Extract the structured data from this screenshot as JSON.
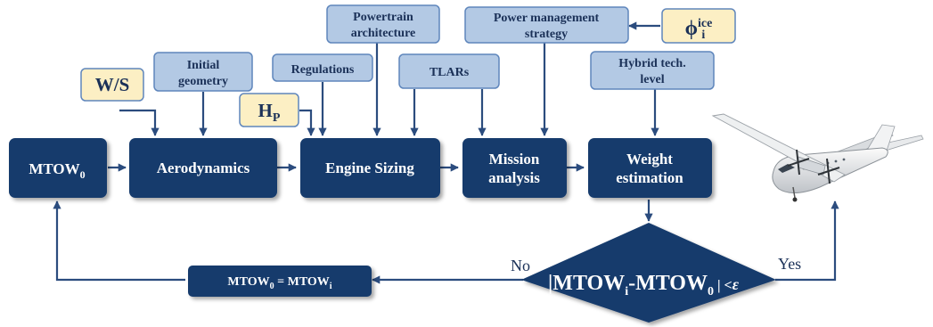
{
  "process_boxes": {
    "mtow0": {
      "main": "MTOW",
      "sub": "0"
    },
    "aerodynamics": "Aerodynamics",
    "engine_sizing": "Engine Sizing",
    "mission_line1": "Mission",
    "mission_line2": "analysis",
    "weight_line1": "Weight",
    "weight_line2": "estimation"
  },
  "input_boxes": {
    "initial_geometry_line1": "Initial",
    "initial_geometry_line2": "geometry",
    "regulations": "Regulations",
    "powertrain_line1": "Powertrain",
    "powertrain_line2": "architecture",
    "tlars": "TLARs",
    "power_mgmt_line1": "Power management",
    "power_mgmt_line2": "strategy",
    "hybrid_line1": "Hybrid tech.",
    "hybrid_line2": "level"
  },
  "parameter_boxes": {
    "ws": "W/S",
    "hp": {
      "main": "H",
      "sub": "P"
    },
    "phi": {
      "symbol": "ϕ",
      "sup": "ice",
      "sub": "i"
    }
  },
  "decision": {
    "text_a": "|MTOW",
    "sub_a": "i",
    "text_b": "-MTOW",
    "sub_b": "0",
    "text_c": "| <",
    "epsilon": "ε"
  },
  "update_box": {
    "left": "MTOW",
    "left_sub": "0",
    "equals": " = MTOW",
    "right_sub": "i"
  },
  "branch_labels": {
    "no": "No",
    "yes": "Yes"
  },
  "colors": {
    "dark_box": "#173b6c",
    "input_box_fill": "#b3c9e4",
    "input_box_border": "#5f86bc",
    "parameter_box_fill": "#fcefc4",
    "arrow": "#2b4c7e"
  },
  "illustration": "turboprop-aircraft-icon"
}
